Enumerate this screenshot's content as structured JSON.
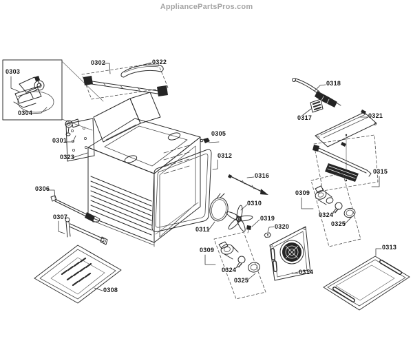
{
  "watermark": "AppliancePartsPros.com",
  "diagram": {
    "type": "exploded-parts-diagram",
    "subject": "oven cavity assembly",
    "line_color": "#2b2b2b",
    "background_color": "#ffffff",
    "label_color": "#161616",
    "watermark_color": "#a5a5a5"
  },
  "parts": [
    {
      "id": "0303",
      "label": "0303"
    },
    {
      "id": "0304",
      "label": "0304"
    },
    {
      "id": "0302",
      "label": "0302"
    },
    {
      "id": "0322",
      "label": "0322"
    },
    {
      "id": "0301",
      "label": "0301"
    },
    {
      "id": "0323",
      "label": "0323"
    },
    {
      "id": "0305",
      "label": "0305"
    },
    {
      "id": "0312",
      "label": "0312"
    },
    {
      "id": "0316",
      "label": "0316"
    },
    {
      "id": "0310",
      "label": "0310"
    },
    {
      "id": "0319",
      "label": "0319"
    },
    {
      "id": "0320",
      "label": "0320"
    },
    {
      "id": "0311",
      "label": "0311"
    },
    {
      "id": "0306",
      "label": "0306"
    },
    {
      "id": "0307",
      "label": "0307"
    },
    {
      "id": "0308",
      "label": "0308"
    },
    {
      "id": "0318",
      "label": "0318"
    },
    {
      "id": "0317",
      "label": "0317"
    },
    {
      "id": "0321",
      "label": "0321"
    },
    {
      "id": "0315",
      "label": "0315"
    },
    {
      "id": "0309",
      "label": "0309"
    },
    {
      "id": "0324",
      "label": "0324"
    },
    {
      "id": "0325",
      "label": "0325"
    },
    {
      "id": "0313",
      "label": "0313"
    },
    {
      "id": "0309",
      "label": "0309"
    },
    {
      "id": "0324",
      "label": "0324"
    },
    {
      "id": "0325",
      "label": "0325"
    },
    {
      "id": "0314",
      "label": "0314"
    }
  ]
}
